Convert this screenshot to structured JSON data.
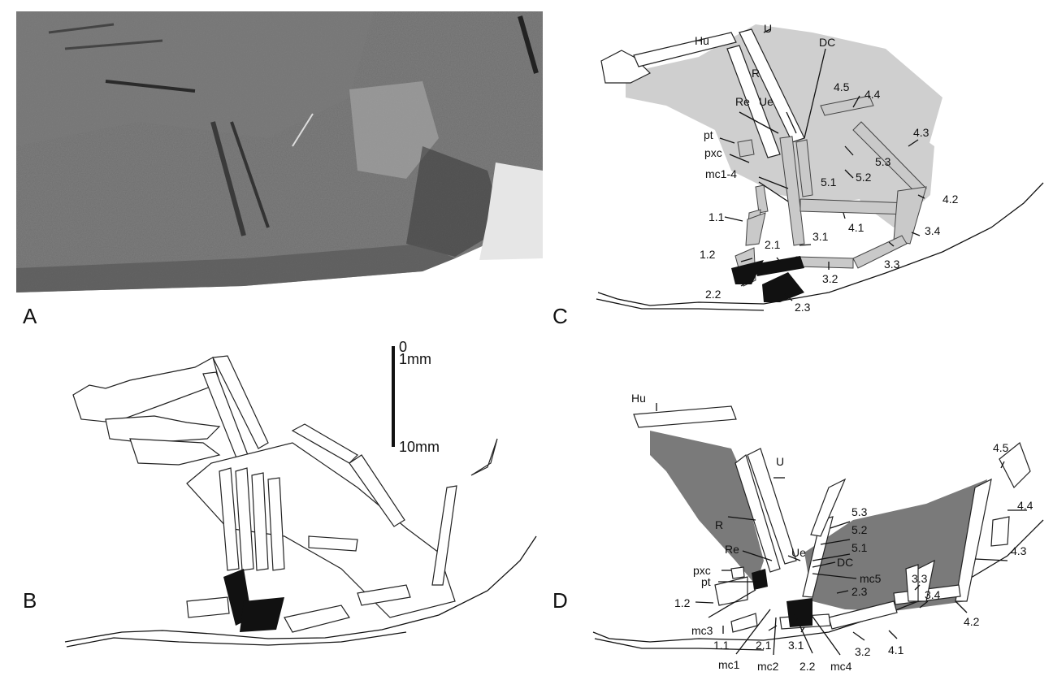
{
  "figure": {
    "panels": [
      {
        "letter": "A"
      },
      {
        "letter": "B"
      },
      {
        "letter": "C"
      },
      {
        "letter": "D"
      }
    ],
    "scale_bar": {
      "zero": "0",
      "one": "1mm",
      "ten": "10mm"
    },
    "panel_c_labels": [
      "Hu",
      "U",
      "DC",
      "R",
      "4.5",
      "4.4",
      "Re",
      "Ue",
      "4.3",
      "pt",
      "pxc",
      "5.3",
      "5.2",
      "5.1",
      "mc1-4",
      "4.2",
      "1.1",
      "4.1",
      "3.4",
      "3.1",
      "2.1",
      "1.2",
      "3.3",
      "3.2",
      "2.2",
      "2.3"
    ],
    "panel_d_labels": [
      "Hu",
      "U",
      "4.5",
      "4.4",
      "R",
      "5.3",
      "5.2",
      "5.1",
      "4.3",
      "Re",
      "Ue",
      "DC",
      "mc5",
      "3.3",
      "3.4",
      "pxc",
      "pt",
      "2.3",
      "1.2",
      "4.2",
      "mc3",
      "1.1",
      "2.1",
      "3.1",
      "3.2",
      "4.1",
      "mc1",
      "mc2",
      "2.2",
      "mc4"
    ]
  }
}
